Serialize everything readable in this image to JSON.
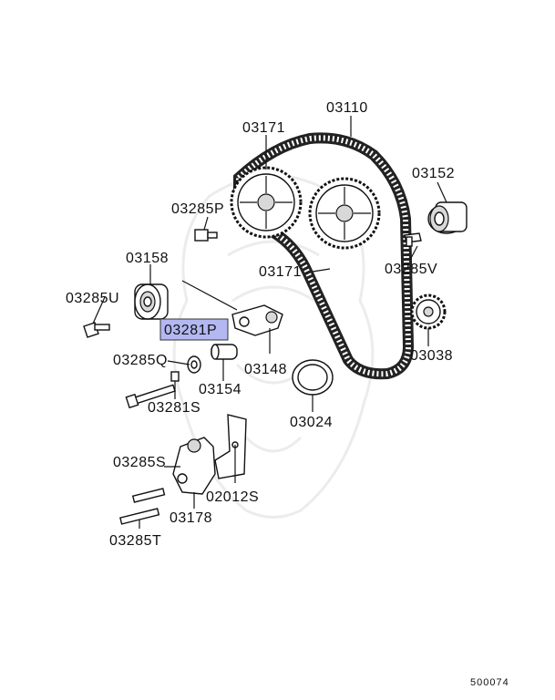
{
  "diagram": {
    "highlight_color": "#b3b8f2",
    "labels": {
      "p03110": "03110",
      "p03171_top": "03171",
      "p03171_mid": "03171",
      "p03152": "03152",
      "p03285P": "03285P",
      "p03285V": "03285V",
      "p03158": "03158",
      "p03285U": "03285U",
      "p03281P": "03281P",
      "p03038": "03038",
      "p03285Q": "03285Q",
      "p03148": "03148",
      "p03281S": "03281S",
      "p03154": "03154",
      "p03024": "03024",
      "p03285S": "03285S",
      "p02012S": "02012S",
      "p03178": "03178",
      "p03285T": "03285T"
    },
    "diagram_code": "500074"
  }
}
